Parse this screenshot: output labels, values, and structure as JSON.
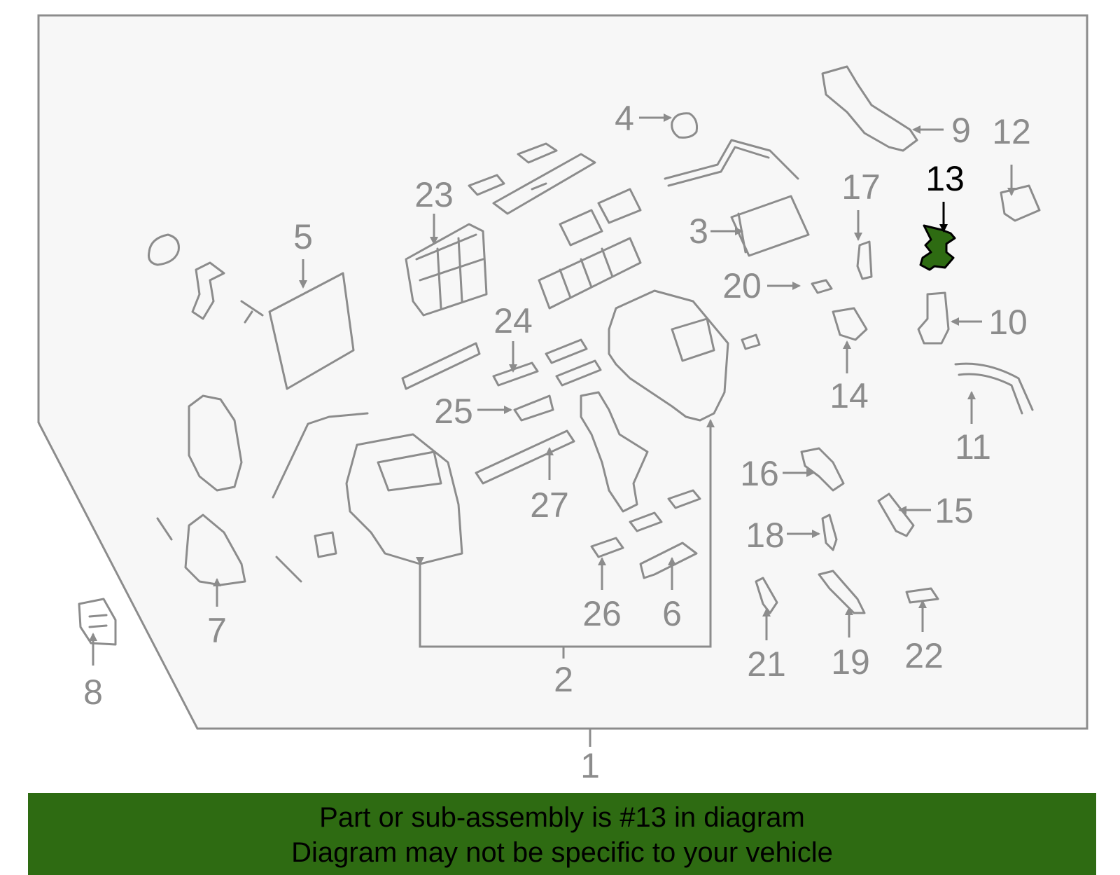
{
  "diagram": {
    "highlight_part": "13",
    "highlight_color": "#2e6b12",
    "background": "#f7f7f7",
    "line_color": "#8c8c8c",
    "callouts": [
      "1",
      "2",
      "3",
      "4",
      "5",
      "6",
      "7",
      "8",
      "9",
      "10",
      "11",
      "12",
      "13",
      "14",
      "15",
      "16",
      "17",
      "18",
      "19",
      "20",
      "21",
      "22",
      "23",
      "24",
      "25",
      "26",
      "27"
    ]
  },
  "banner": {
    "line1": "Part or sub-assembly is #13 in diagram",
    "line2": "Diagram may not be specific to your vehicle"
  }
}
